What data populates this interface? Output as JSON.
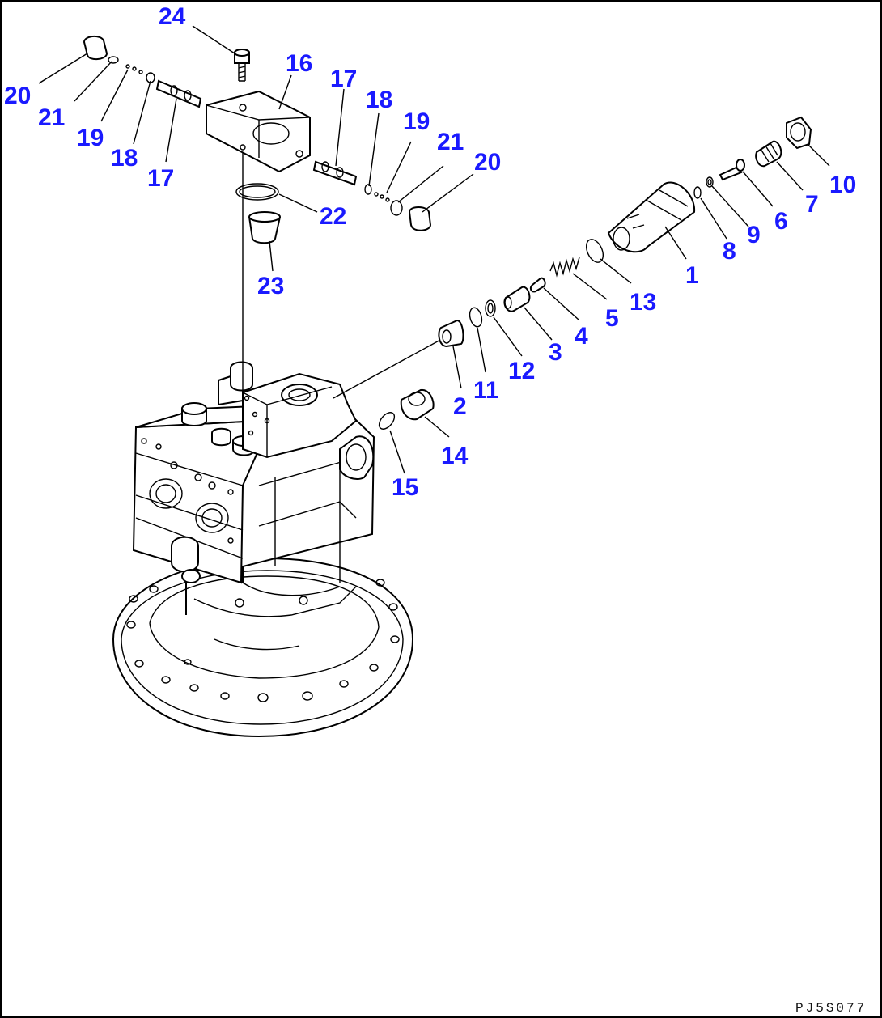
{
  "drawing_code": "PJ5S077",
  "callouts": [
    {
      "id": "c24a",
      "text": "24"
    },
    {
      "id": "c16",
      "text": "16"
    },
    {
      "id": "c17a",
      "text": "17"
    },
    {
      "id": "c18a",
      "text": "18"
    },
    {
      "id": "c19a",
      "text": "19"
    },
    {
      "id": "c21a",
      "text": "21"
    },
    {
      "id": "c20a",
      "text": "20"
    },
    {
      "id": "c10",
      "text": "10"
    },
    {
      "id": "c7",
      "text": "7"
    },
    {
      "id": "c6",
      "text": "6"
    },
    {
      "id": "c9",
      "text": "9"
    },
    {
      "id": "c8",
      "text": "8"
    },
    {
      "id": "c1",
      "text": "1"
    },
    {
      "id": "c13",
      "text": "13"
    },
    {
      "id": "c5",
      "text": "5"
    },
    {
      "id": "c4",
      "text": "4"
    },
    {
      "id": "c3",
      "text": "3"
    },
    {
      "id": "c12",
      "text": "12"
    },
    {
      "id": "c11",
      "text": "11"
    },
    {
      "id": "c2",
      "text": "2"
    },
    {
      "id": "c14",
      "text": "14"
    },
    {
      "id": "c15",
      "text": "15"
    },
    {
      "id": "c22",
      "text": "22"
    },
    {
      "id": "c23",
      "text": "23"
    },
    {
      "id": "c20b",
      "text": "20"
    },
    {
      "id": "c21b",
      "text": "21"
    },
    {
      "id": "c19b",
      "text": "19"
    },
    {
      "id": "c18b",
      "text": "18"
    },
    {
      "id": "c17b",
      "text": "17"
    }
  ]
}
